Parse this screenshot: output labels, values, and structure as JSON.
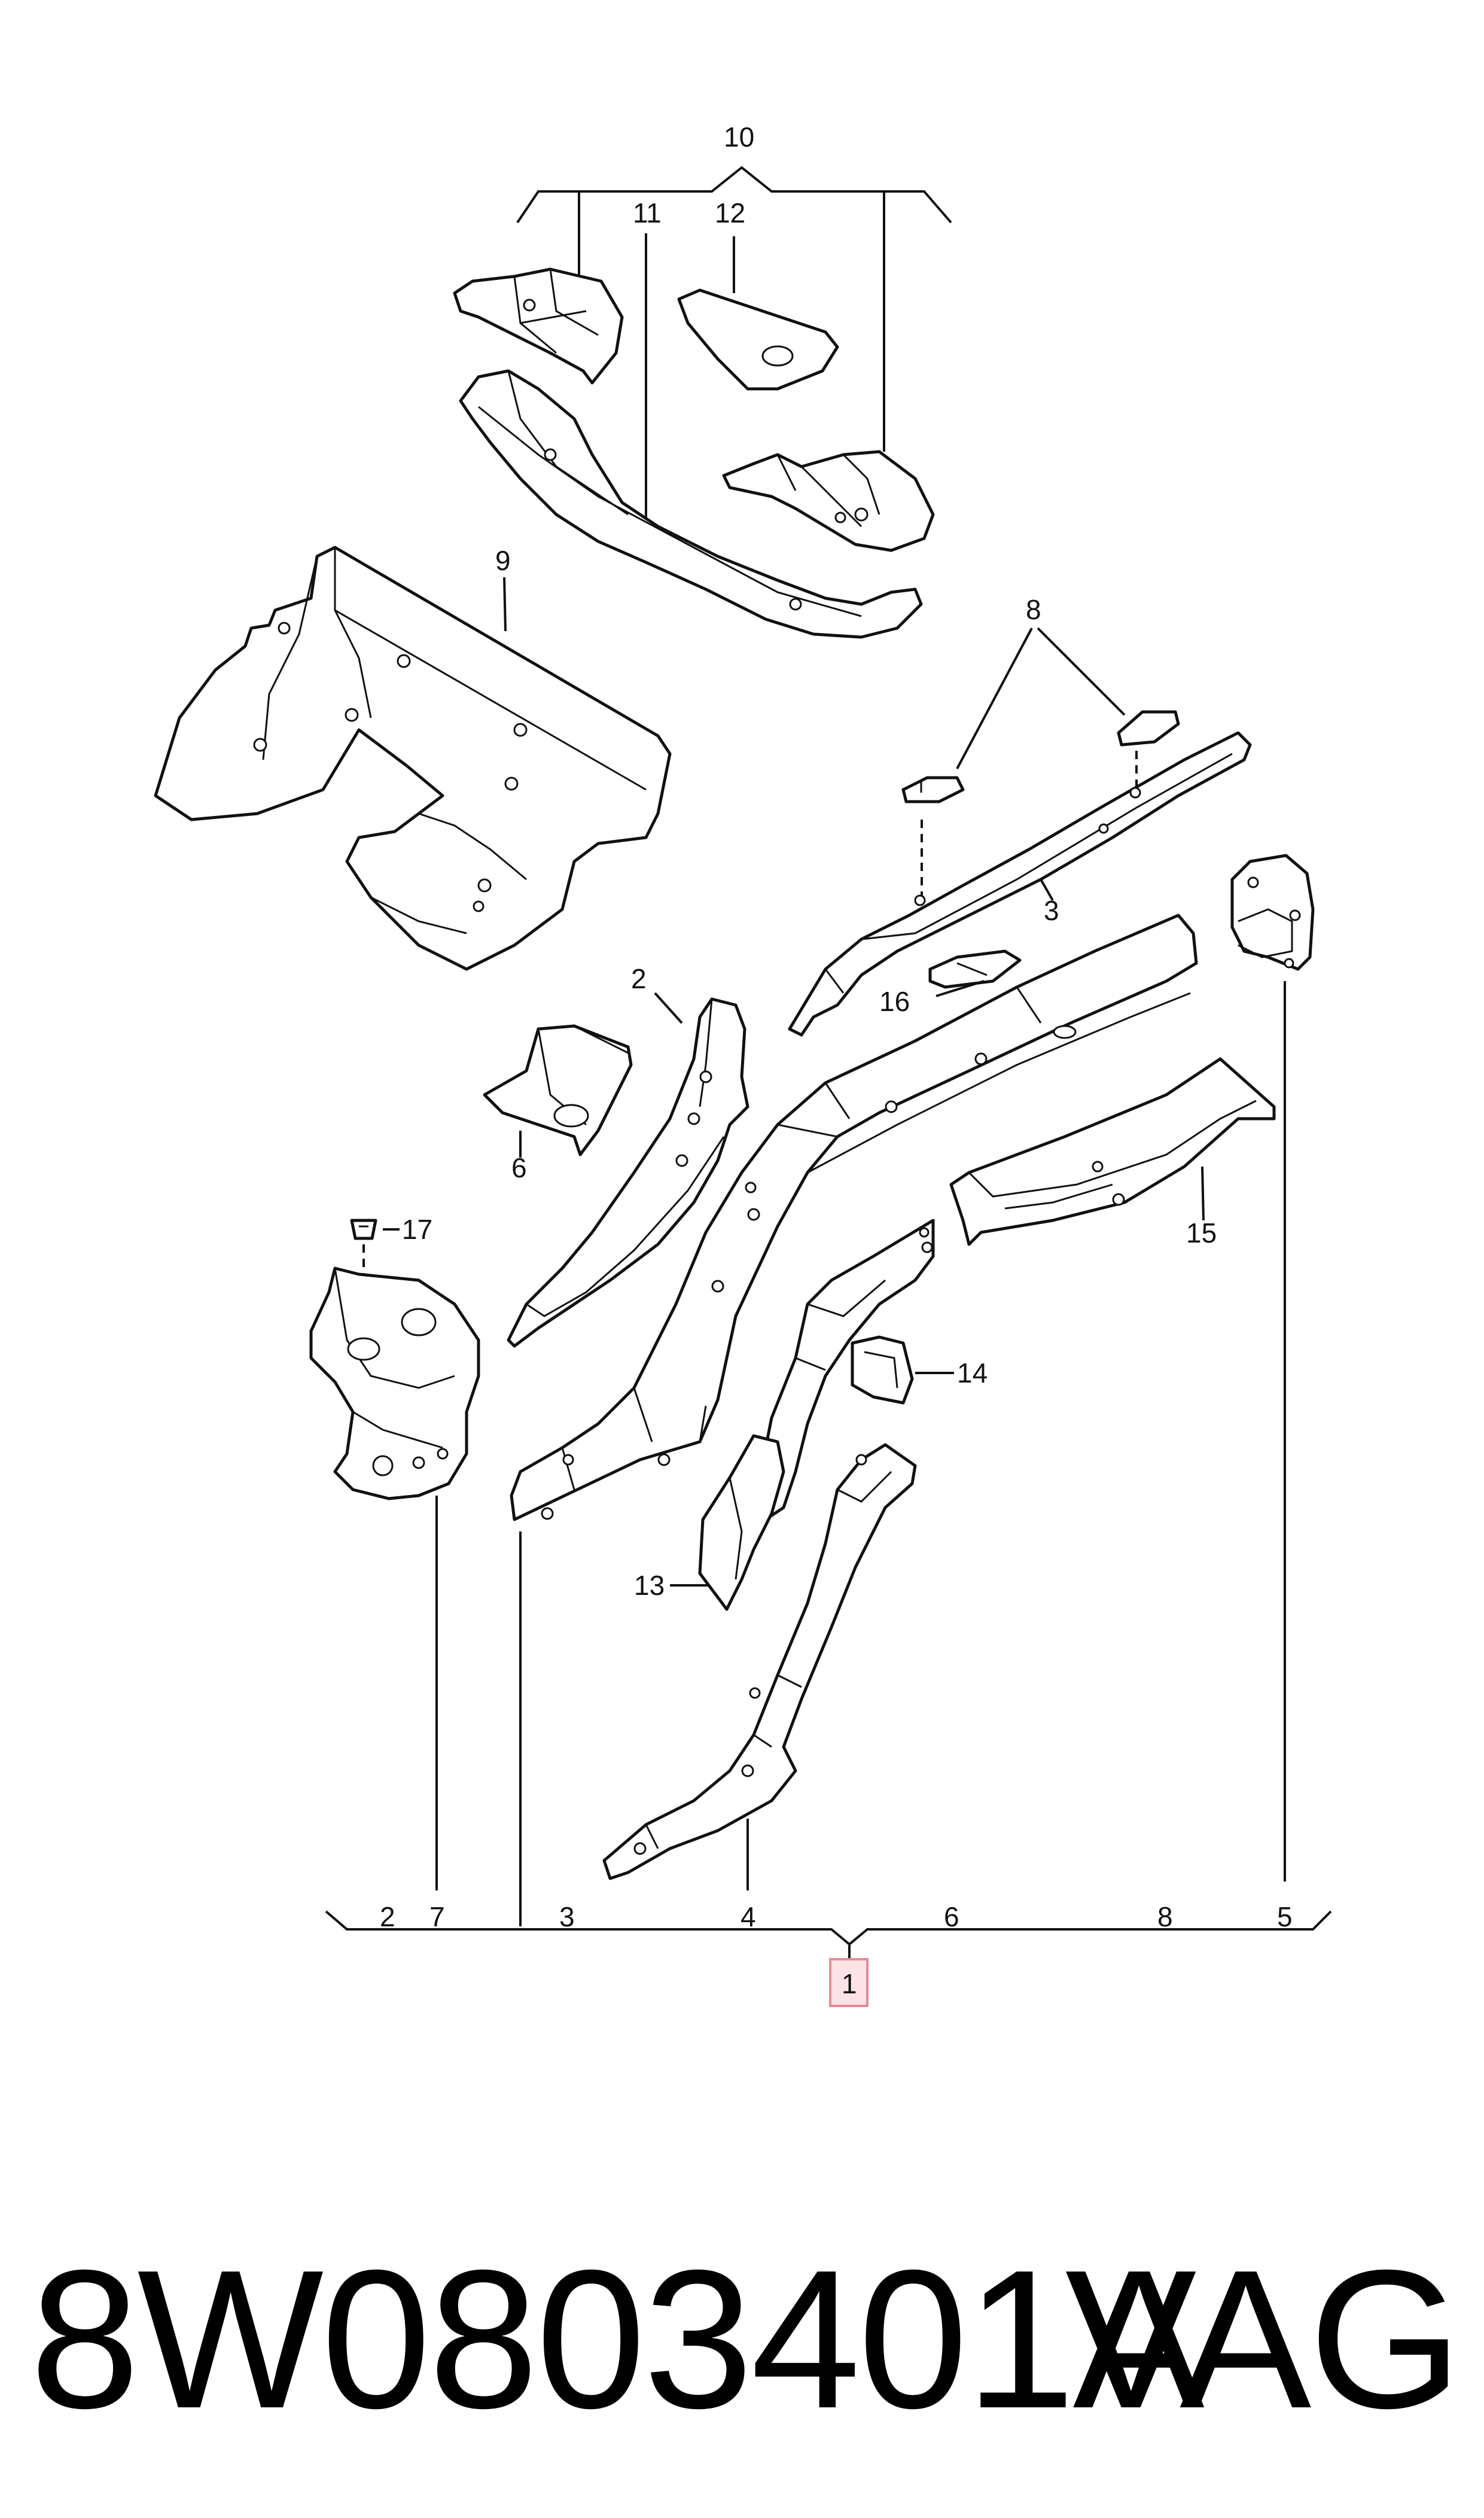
{
  "diagram": {
    "callouts": {
      "c10": "10",
      "c11": "11",
      "c12": "12",
      "c9": "9",
      "c8": "8",
      "c3": "3",
      "c16": "16",
      "c2": "2",
      "c6": "6",
      "c17": "17",
      "c15": "15",
      "c14": "14",
      "c13": "13",
      "c1": "1"
    },
    "bottom_bracket": {
      "labels": [
        "2",
        "7",
        "3",
        "4",
        "6",
        "8",
        "5"
      ],
      "main_label": "1"
    },
    "colors": {
      "line": "#111111",
      "highlight_fill": "#fde3e6",
      "highlight_stroke": "#e88a96"
    }
  },
  "footer": {
    "part_number": "8W0803401A",
    "brand": "VAG"
  }
}
